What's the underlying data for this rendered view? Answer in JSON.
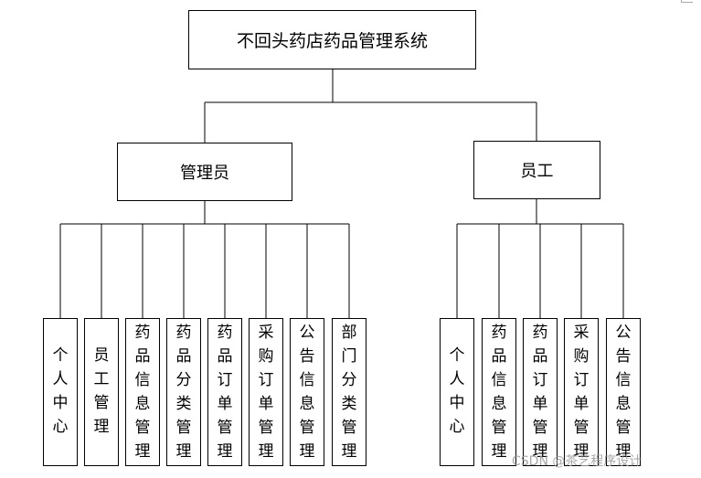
{
  "root": {
    "label": "不回头药店药品管理系统"
  },
  "roles": [
    {
      "label": "管理员",
      "modules": [
        "个人中心",
        "员工管理",
        "药品信息管理",
        "药品分类管理",
        "药品订单管理",
        "采购订单管理",
        "公告信息管理",
        "部门分类管理"
      ]
    },
    {
      "label": "员工",
      "modules": [
        "个人中心",
        "药品信息管理",
        "药品订单管理",
        "采购订单管理",
        "公告信息管理"
      ]
    }
  ],
  "watermark": "CSDN @茶艺程序设计"
}
